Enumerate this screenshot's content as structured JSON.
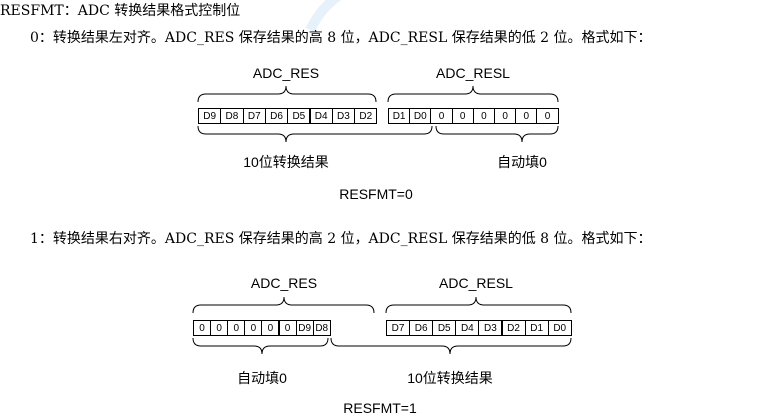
{
  "heading": "RESFMT：ADC 转换结果格式控制位",
  "section0": {
    "desc": "0：转换结果左对齐。ADC_RES 保存结果的高 8 位，ADC_RESL 保存结果的低 2 位。格式如下：",
    "label_res": "ADC_RES",
    "label_resl": "ADC_RESL",
    "res_cells": [
      "D9",
      "D8",
      "D7",
      "D6",
      "D5",
      "D4",
      "D3",
      "D2"
    ],
    "resl_cells": [
      "D1",
      "D0",
      "0",
      "0",
      "0",
      "0",
      "0",
      "0"
    ],
    "caption_left": "10位转换结果",
    "caption_right": "自动填0",
    "caption": "RESFMT=0"
  },
  "section1": {
    "desc": "1：转换结果右对齐。ADC_RES 保存结果的高 2 位，ADC_RESL 保存结果的低 8 位。格式如下：",
    "label_res": "ADC_RES",
    "label_resl": "ADC_RESL",
    "res_cells": [
      "0",
      "0",
      "0",
      "0",
      "0",
      "0",
      "D9",
      "D8"
    ],
    "resl_cells": [
      "D7",
      "D6",
      "D5",
      "D4",
      "D3",
      "D2",
      "D1",
      "D0"
    ],
    "caption_left": "自动填0",
    "caption_right": "10位转换结果",
    "caption": "RESFMT=1"
  }
}
